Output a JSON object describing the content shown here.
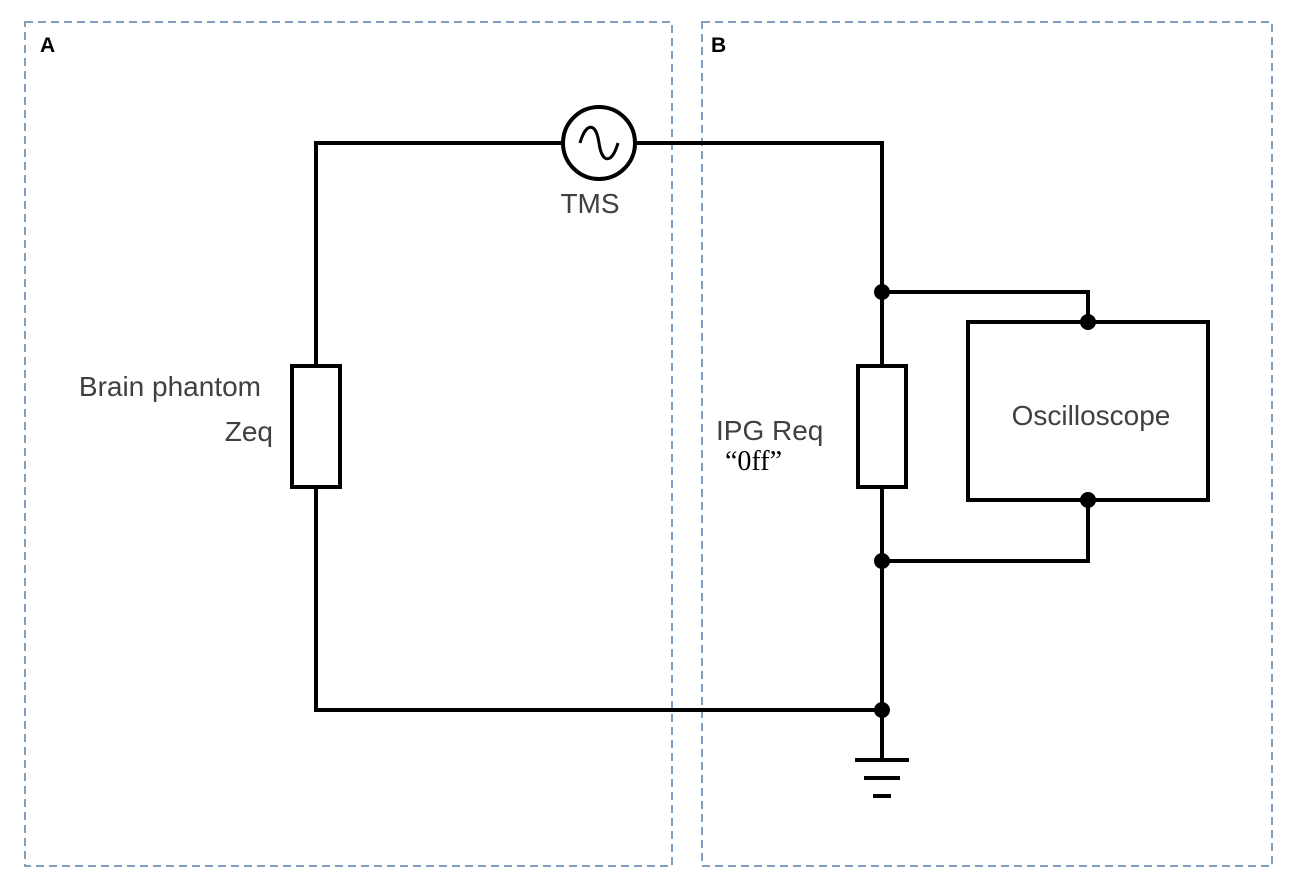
{
  "panels": {
    "a": {
      "letter": "A"
    },
    "b": {
      "letter": "B"
    }
  },
  "components": {
    "source": {
      "label": "TMS",
      "symbol": "ac-source-icon"
    },
    "brain_phantom": {
      "label_line1": "Brain phantom",
      "label_line2": "Zeq"
    },
    "ipg": {
      "label_line1": "IPG Req",
      "label_line2": "“0ff”"
    },
    "oscilloscope": {
      "label": "Oscilloscope"
    },
    "ground": {
      "symbol": "ground-icon"
    }
  },
  "colors": {
    "wire": "#000000",
    "panel_border": "#7f9fc0",
    "label_text": "#404040"
  }
}
